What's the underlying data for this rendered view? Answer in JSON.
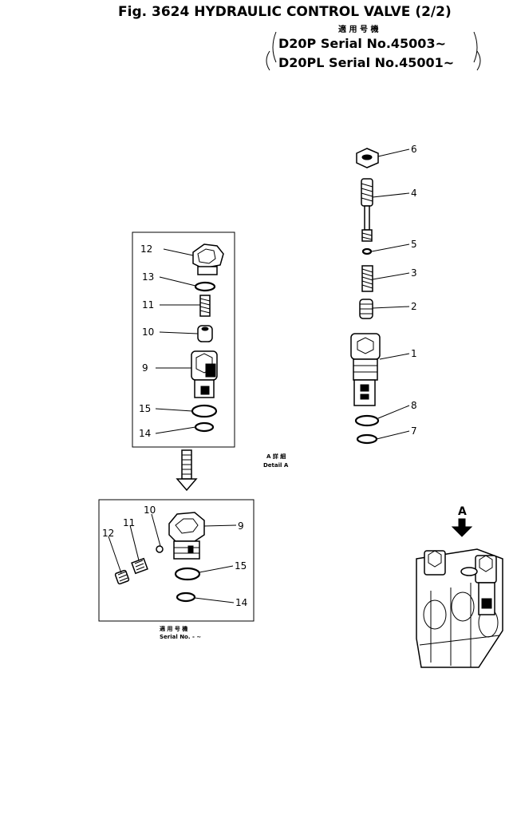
{
  "header": {
    "title": "Fig. 3624 HYDRAULIC CONTROL VALVE (2/2)",
    "applicable_models": "適 用 号 機",
    "serial_line_1": "D20P  Serial No.45003~",
    "serial_line_2": "D20PL Serial No.45001~"
  },
  "callouts_right": [
    "6",
    "4",
    "5",
    "3",
    "2",
    "1",
    "8",
    "7"
  ],
  "callouts_box_top": [
    "12",
    "13",
    "11",
    "10",
    "9",
    "15",
    "14"
  ],
  "callouts_box_bottom": [
    "10",
    "9",
    "12",
    "11",
    "15",
    "14"
  ],
  "detail_label": {
    "jp": "A 詳 細",
    "en": "Detail A"
  },
  "bottom_box_note": {
    "jp": "適 用 号 機",
    "en": "Serial No.   -  ~"
  },
  "view_arrow_label": "A"
}
